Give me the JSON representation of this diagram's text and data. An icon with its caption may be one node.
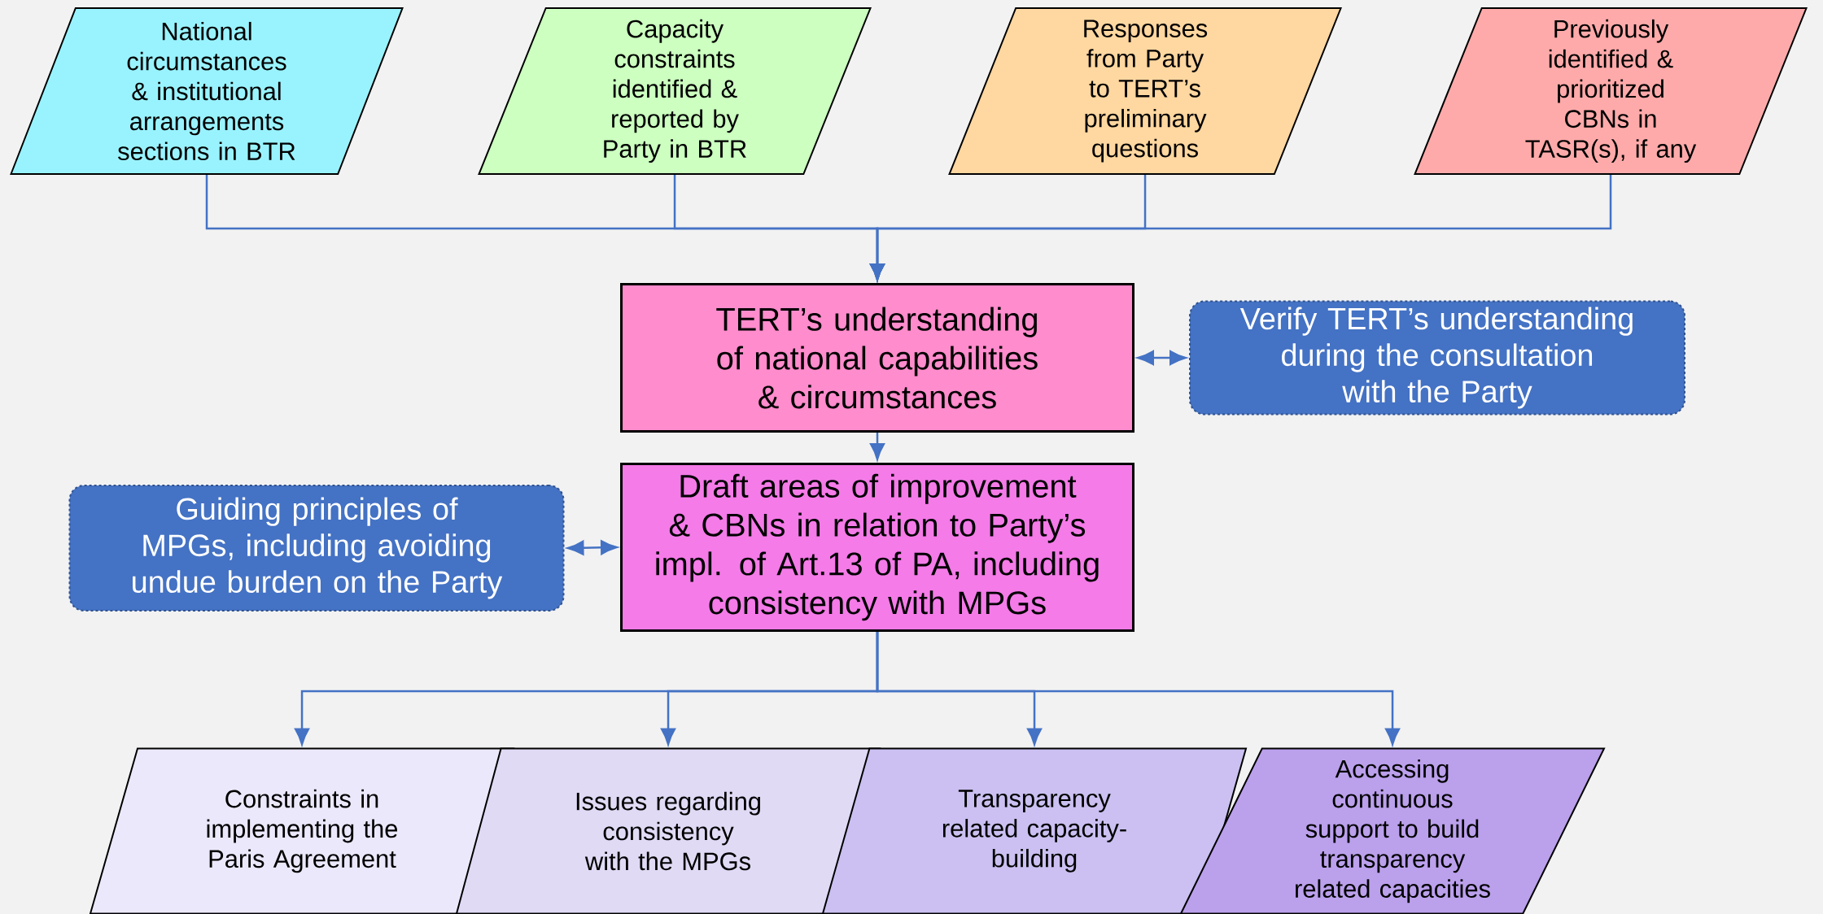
{
  "diagram": {
    "nodes": [
      {
        "text": [
          "National circumstances & institutional arrangements sections in BTR"
        ]
      },
      {
        "text": [
          "Capacity constraints identified & reported by Party in BTR"
        ]
      },
      {
        "text": [
          "Responses from Party to TERT’s preliminary questions"
        ]
      },
      {
        "text": [
          "Previously identified & prioritized CBNs in TASR(s), if any"
        ]
      },
      {
        "text": [
          "TERT’s understanding of national capabilities & circumstances"
        ]
      },
      {
        "text": [
          "Verify TERT’s understanding during the consultation with the Party"
        ]
      },
      {
        "text": [
          "Guiding principles of MPGs, including avoiding undue burden on the Party"
        ]
      },
      {
        "text": [
          "Draft areas of improvement & CBNs in relation to Party’s impl. of Art.13 of PA, including consistency with MPGs"
        ]
      },
      {
        "text": [
          "Constraints in implementing the Paris Agreement"
        ]
      },
      {
        "text": [
          "Issues regarding consistency with the MPGs"
        ]
      },
      {
        "text": [
          "Transparency related capacity-building"
        ]
      },
      {
        "text": [
          "Accessing continuous support to build transparency related capacities"
        ]
      }
    ],
    "edges": [
      {
        "from": 0,
        "to": 4,
        "arrow": "to"
      },
      {
        "from": 1,
        "to": 4,
        "arrow": "to"
      },
      {
        "from": 2,
        "to": 4,
        "arrow": "to"
      },
      {
        "from": 3,
        "to": 4,
        "arrow": "to"
      },
      {
        "from": 4,
        "to": 5,
        "arrow": "both"
      },
      {
        "from": 4,
        "to": 7,
        "arrow": "to"
      },
      {
        "from": 6,
        "to": 7,
        "arrow": "both"
      },
      {
        "from": 7,
        "to": 8,
        "arrow": "to"
      },
      {
        "from": 7,
        "to": 9,
        "arrow": "to"
      },
      {
        "from": 7,
        "to": 10,
        "arrow": "to"
      },
      {
        "from": 7,
        "to": 11,
        "arrow": "to"
      }
    ]
  }
}
